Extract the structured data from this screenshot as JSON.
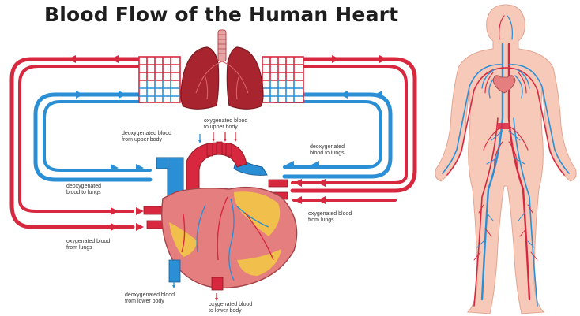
{
  "title": "Blood Flow of the Human Heart",
  "colors": {
    "oxygenated": "#d8283f",
    "deoxygenated": "#2b8fd6",
    "heart": "#e57e7e",
    "lungs": "#a8242e",
    "body_skin": "#f7c9b8",
    "fat": "#f2c646"
  },
  "labels": {
    "deox_upper": [
      "deoxygenated blood",
      "from upper body"
    ],
    "ox_upper": [
      "oxygenated blood",
      "to upper body"
    ],
    "deox_to_lungs_right": [
      "deoxygenated",
      "blood to lungs"
    ],
    "deox_to_lungs_left": [
      "deoxygenated",
      "blood to lungs"
    ],
    "ox_from_lungs_right": [
      "oxygenated blood",
      "from lungs"
    ],
    "ox_from_lungs_left": [
      "oxygenated blood",
      "from lungs"
    ],
    "deox_lower": [
      "deoxygenated blood",
      "from lower body"
    ],
    "ox_lower": [
      "oxygenated blood",
      "to lower body"
    ]
  },
  "icons": [
    "lungs-icon",
    "heart-icon",
    "human-body-icon",
    "arrow-icon"
  ]
}
